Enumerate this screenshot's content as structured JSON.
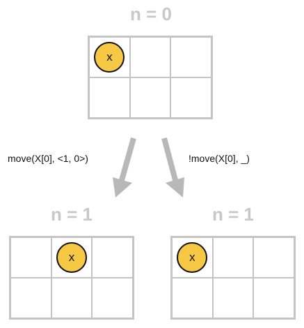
{
  "colors": {
    "grid_line": "#c4c4c4",
    "title_text": "#c8c8c8",
    "token_fill": "#f7c844",
    "token_stroke": "#111111",
    "arrow": "#b8b8b8"
  },
  "top_state": {
    "title": "n = 0",
    "token_label": "x",
    "token_cell": 0
  },
  "left_transition": {
    "label": "move(X[0], <1, 0>)"
  },
  "right_transition": {
    "label": "!move(X[0], _)"
  },
  "left_state": {
    "title": "n = 1",
    "token_label": "x",
    "token_cell": 1
  },
  "right_state": {
    "title": "n = 1",
    "token_label": "x",
    "token_cell": 0
  }
}
